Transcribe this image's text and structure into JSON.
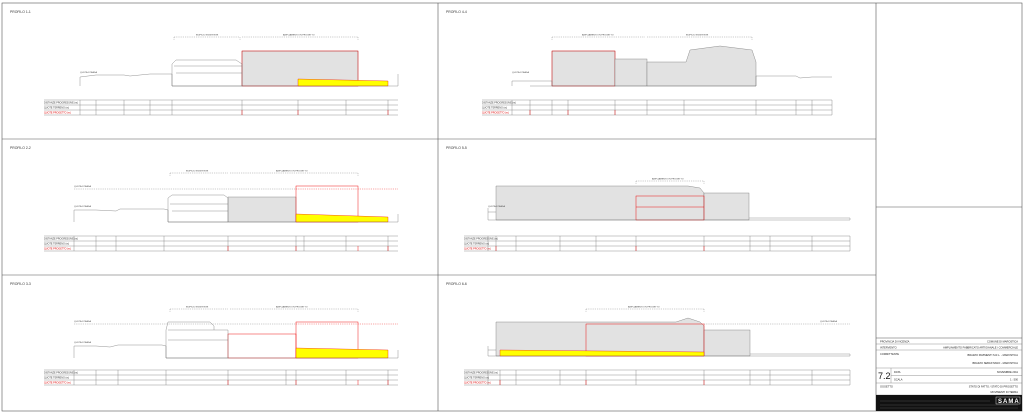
{
  "profiles": [
    {
      "id": "p1",
      "title": "PROFILO 1-1",
      "label_a": "EDIFICIO ESISTENTE",
      "label_b": "AMPLIAMENTO IN PROGETTO",
      "level_label": "QUOTA STRADA",
      "row_labels": [
        "DISTANZE PROGRESSIVE (m)",
        "QUOTE TERRENO (m)",
        "QUOTE PROGETTO (m)"
      ]
    },
    {
      "id": "p4",
      "title": "PROFILO 4-4",
      "label_a": "AMPLIAMENTO IN PROGETTO",
      "label_b": "EDIFICIO ESISTENTE",
      "level_label": "QUOTA STRADA",
      "row_labels": [
        "DISTANZE PROGRESSIVE (m)",
        "QUOTE TERRENO (m)",
        "QUOTE PROGETTO (m)"
      ]
    },
    {
      "id": "p2",
      "title": "PROFILO 2-2",
      "label_a": "EDIFICIO ESISTENTE",
      "label_b": "AMPLIAMENTO IN PROGETTO",
      "level_label": "QUOTA STRADA",
      "row_labels": [
        "DISTANZE PROGRESSIVE (m)",
        "QUOTE TERRENO (m)",
        "QUOTE PROGETTO (m)"
      ]
    },
    {
      "id": "p5",
      "title": "PROFILO 5-5",
      "label_a": "AMPLIAMENTO IN PROGETTO",
      "label_b": "",
      "level_label": "QUOTA STRADA",
      "row_labels": [
        "DISTANZE PROGRESSIVE (m)",
        "QUOTE TERRENO (m)",
        "QUOTE PROGETTO (m)"
      ]
    },
    {
      "id": "p3",
      "title": "PROFILO 3-3",
      "label_a": "EDIFICIO ESISTENTE",
      "label_b": "AMPLIAMENTO IN PROGETTO",
      "level_label": "QUOTA STRADA",
      "row_labels": [
        "DISTANZE PROGRESSIVE (m)",
        "QUOTE TERRENO (m)",
        "QUOTE PROGETTO (m)"
      ]
    },
    {
      "id": "p6",
      "title": "PROFILO 6-6",
      "label_a": "AMPLIAMENTO IN PROGETTO",
      "label_b": "",
      "level_label": "QUOTA STRADA",
      "row_labels": [
        "DISTANZE PROGRESSIVE (m)",
        "QUOTE TERRENO (m)",
        "QUOTE PROGETTO (m)"
      ]
    }
  ],
  "title_block": {
    "provincia_label": "PROVINCIA DI VICENZA",
    "comune": "COMUNE DI MAROSTICA",
    "intervento_label": "INTERVENTO",
    "intervento": "AMPLIAMENTO FABBRICATO ARTIGIANALE / COMMERCIALE",
    "committente_label": "COMMITTENTE",
    "committente_1": "BRAZZO PAVIMENTI S.R.L. - MAROSTICA",
    "committente_2": "BRAZZO SEBASTIANO - MAROSTICA",
    "sheet_no": "7.2",
    "data_label": "DATA",
    "data": "NOVEMBRE 2011",
    "scala_label": "SCALA",
    "scala": "1 : 500",
    "oggetto_label": "OGGETTO",
    "oggetto_1": "STATO DI FATTO / STATO DI PROGETTO",
    "oggetto_2": "MOVIMENTI DI TERRA",
    "logo": "SAMA"
  },
  "colors": {
    "existing_fill": "#e2e2e2",
    "project_line": "#e00000",
    "fill_yellow": "#ffff00",
    "frame": "#555555"
  }
}
